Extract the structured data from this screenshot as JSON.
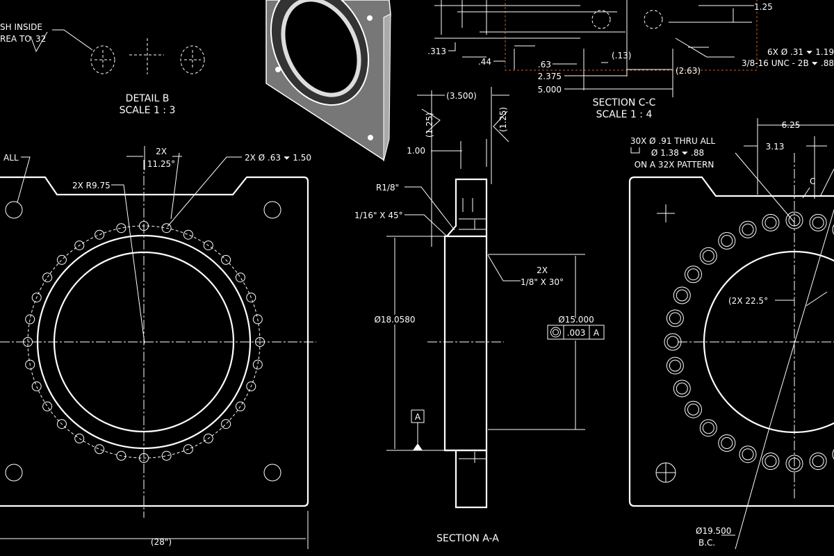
{
  "detail_b": {
    "note_line1": "SH INSIDE",
    "note_line2": "REA TO",
    "finish_value": "32",
    "title": "DETAIL B",
    "scale": "SCALE 1 : 3"
  },
  "section_cc": {
    "dims": [
      ".313",
      ".44",
      ".63",
      "2.375",
      "5.000",
      "(.13)",
      "(2.63)",
      "1.25"
    ],
    "hole_note_line1": "6X  Ø .31 ⏷ 1.19",
    "hole_note_line2": "3/8-16 UNC - 2B ⏷ .88",
    "title": "SECTION C-C",
    "scale": "SCALE 1 : 4"
  },
  "front_view": {
    "thru_note": "ALL",
    "angle_count": "2X",
    "angle": "11.25°",
    "radius_note": "2X R9.75",
    "hole_note": "2X  Ø .63 ⏷ 1.50",
    "width_dim": "(28\")"
  },
  "section_aa": {
    "width_dim": "(3.500)",
    "chamfer_left": "(1.25)",
    "chamfer_right": "(1.25)",
    "dim_100": "1.00",
    "radius": "R1/8\"",
    "chamfer_45": "1/16\" X 45°",
    "chamfer_30_count": "2X",
    "chamfer_30": "1/8\" X 30°",
    "dia_outer": "Ø18.0580",
    "dia_inner": "Ø15.000",
    "fcf_tolerance": ".003",
    "fcf_datum": "A",
    "datum_label": "A",
    "title": "SECTION A-A"
  },
  "right_view": {
    "dim_625": "6.25",
    "dim_313": "3.13",
    "hole_note_line1": "30X  Ø .91 THRU ALL",
    "hole_note_line2": "Ø 1.38 ⏷ .88",
    "hole_note_line3": "ON A 32X PATTERN",
    "angle_note": "(2X 22.5°",
    "bc_dia": "Ø19.500",
    "bc_label": "B.C.",
    "section_letter": "C"
  }
}
